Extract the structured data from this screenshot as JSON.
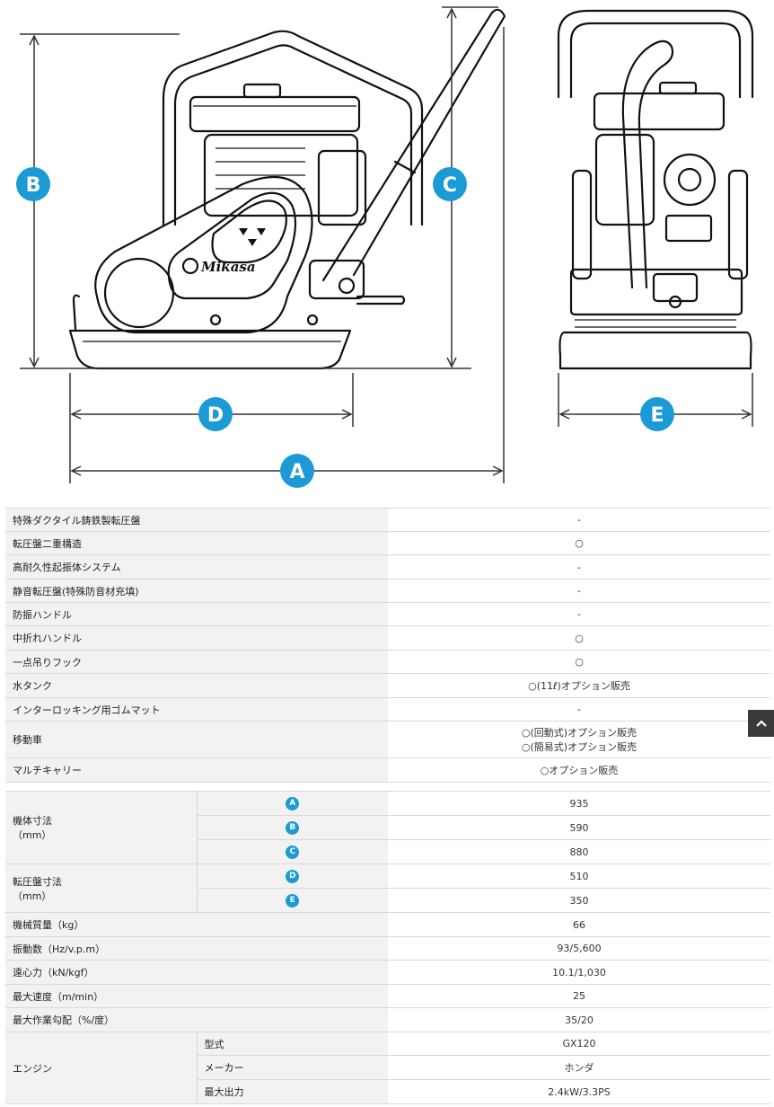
{
  "diagram": {
    "labels": {
      "a": "A",
      "b": "B",
      "c": "C",
      "d": "D",
      "e": "E"
    },
    "brand": "Mikasa"
  },
  "features": [
    {
      "label": "特殊ダクタイル鋳鉄製転圧盤",
      "value": "-"
    },
    {
      "label": "転圧盤二重構造",
      "value": "○"
    },
    {
      "label": "高耐久性起振体システム",
      "value": "-"
    },
    {
      "label": "静音転圧盤(特殊防音材充填)",
      "value": "-"
    },
    {
      "label": "防振ハンドル",
      "value": "-"
    },
    {
      "label": "中折れハンドル",
      "value": "○"
    },
    {
      "label": "一点吊りフック",
      "value": "○"
    },
    {
      "label": "水タンク",
      "value": "○(11ℓ)オプション販売"
    },
    {
      "label": "インターロッキング用ゴムマット",
      "value": "-"
    },
    {
      "label": "移動車",
      "value_line1": "○(回動式)オプション販売",
      "value_line2": "○(簡易式)オプション販売"
    },
    {
      "label": "マルチキャリー",
      "value": "○オプション販売"
    }
  ],
  "dimensions": {
    "body": {
      "label_line1": "機体寸法",
      "label_line2": "（mm）",
      "rows": [
        {
          "badge": "A",
          "value": "935"
        },
        {
          "badge": "B",
          "value": "590"
        },
        {
          "badge": "C",
          "value": "880"
        }
      ]
    },
    "plate": {
      "label_line1": "転圧盤寸法",
      "label_line2": "（mm）",
      "rows": [
        {
          "badge": "D",
          "value": "510"
        },
        {
          "badge": "E",
          "value": "350"
        }
      ]
    }
  },
  "specs": [
    {
      "label": "機械質量（kg）",
      "value": "66"
    },
    {
      "label": "振動数（Hz/v.p.m）",
      "value": "93/5,600"
    },
    {
      "label": "遠心力（kN/kgf）",
      "value": "10.1/1,030"
    },
    {
      "label": "最大速度（m/min）",
      "value": "25"
    },
    {
      "label": "最大作業勾配（%/度）",
      "value": "35/20"
    }
  ],
  "engine": {
    "label": "エンジン",
    "rows": [
      {
        "label": "型式",
        "value": "GX120"
      },
      {
        "label": "メーカー",
        "value": "ホンダ"
      },
      {
        "label": "最大出力",
        "value": "2.4kW/3.3PS"
      }
    ]
  },
  "scroll_top": {
    "icon": "chevron-up-icon"
  },
  "colors": {
    "accent": "#1b9ad6",
    "label_bg": "#f2f2f2",
    "border": "#d9d9d9"
  }
}
